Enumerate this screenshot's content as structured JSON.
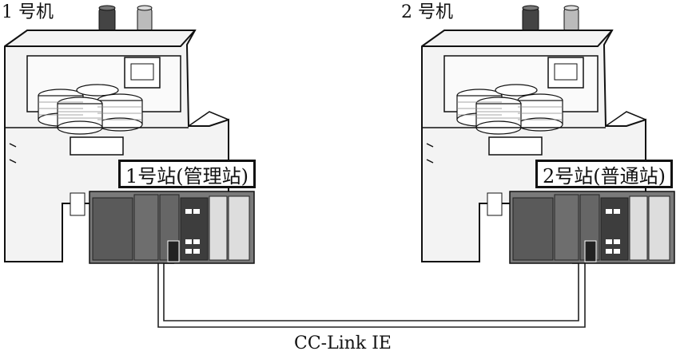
{
  "machines": [
    {
      "title": "1 号机",
      "station": "1号站(管理站)"
    },
    {
      "title": "2 号机",
      "station": "2号站(普通站)"
    }
  ],
  "network": {
    "label": "CC-Link IE"
  },
  "colors": {
    "line": "#222222",
    "fill": "#f3f3f3",
    "plc_panel": "#7a7a7a",
    "plc_dark": "#4a4a4a",
    "cap": "#555555"
  }
}
